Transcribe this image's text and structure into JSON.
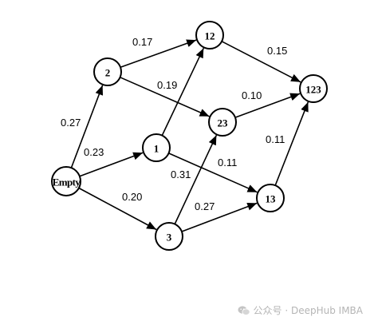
{
  "diagram": {
    "nodes": [
      {
        "id": "empty",
        "label": "Empty"
      },
      {
        "id": "n2",
        "label": "2"
      },
      {
        "id": "n1",
        "label": "1"
      },
      {
        "id": "n3",
        "label": "3"
      },
      {
        "id": "n12",
        "label": "12"
      },
      {
        "id": "n23",
        "label": "23"
      },
      {
        "id": "n13",
        "label": "13"
      },
      {
        "id": "n123",
        "label": "123"
      }
    ],
    "edges": [
      {
        "from": "empty",
        "to": "n2",
        "weight": "0.27"
      },
      {
        "from": "empty",
        "to": "n1",
        "weight": "0.23"
      },
      {
        "from": "empty",
        "to": "n3",
        "weight": "0.20"
      },
      {
        "from": "n2",
        "to": "n12",
        "weight": "0.17"
      },
      {
        "from": "n2",
        "to": "n23",
        "weight": "0.19"
      },
      {
        "from": "n1",
        "to": "n12",
        "weight": ""
      },
      {
        "from": "n1",
        "to": "n13",
        "weight": "0.11"
      },
      {
        "from": "n3",
        "to": "n23",
        "weight": "0.31"
      },
      {
        "from": "n3",
        "to": "n13",
        "weight": "0.27"
      },
      {
        "from": "n12",
        "to": "n123",
        "weight": "0.15"
      },
      {
        "from": "n23",
        "to": "n123",
        "weight": "0.10"
      },
      {
        "from": "n13",
        "to": "n123",
        "weight": "0.11"
      }
    ]
  },
  "watermark": {
    "text": "公众号 · DeepHub IMBA",
    "icon": "wechat-icon",
    "color": "#b5b5b5"
  }
}
